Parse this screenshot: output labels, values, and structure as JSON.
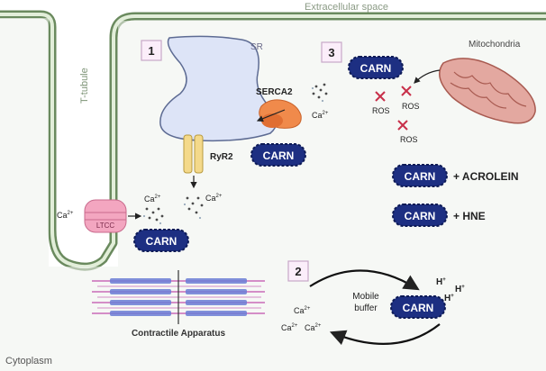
{
  "labels": {
    "extracellular": "Extracellular space",
    "ttubule": "T-tubule",
    "cytoplasm": "Cytoplasm",
    "sr": "SR",
    "mitochondria": "Mitochondria",
    "serca2": "SERCA2",
    "ryr2": "RyR2",
    "ltcc": "LTCC",
    "contractile": "Contractile Apparatus",
    "mobile_buffer_line1": "Mobile",
    "mobile_buffer_line2": "buffer"
  },
  "panels": {
    "p1": "1",
    "p2": "2",
    "p3": "3"
  },
  "carn": "CARN",
  "ca": {
    "base": "Ca",
    "sup": "2+"
  },
  "ros": "ROS",
  "acrolein": "+ ACROLEIN",
  "hne": "+ HNE",
  "proton": {
    "base": "H",
    "sup": "+"
  },
  "colors": {
    "membrane_fill": "#eef3ec",
    "membrane_edge": "#6a8a5e",
    "sr_fill": "#dde4f7",
    "sr_edge": "#5d6b93",
    "carn_fill": "#1d2f82",
    "serca": "#f08a4b",
    "ryr": "#f4d98a",
    "ltcc": "#f3a6c0",
    "mito": "#e3a8a0",
    "ros_x": "#c8304a",
    "panel_border": "#c7a8c7"
  }
}
